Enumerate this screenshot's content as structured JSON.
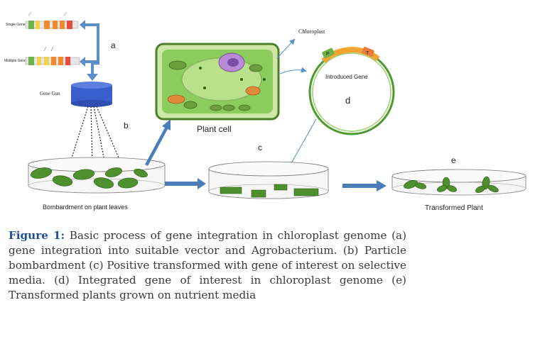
{
  "labels": {
    "a": "a",
    "b": "b",
    "c": "c",
    "d": "d",
    "e": "e",
    "gene_gun": "Gene Gun",
    "chloroplast": "Chloroplast",
    "plant_cell": "Plant cell",
    "introduced_gene": "Introduced Gene",
    "bombardment": "Bombardment on plant leaves",
    "transformed_plant": "Transformed Plant",
    "single_gene": "Single Gene",
    "multiple_gene": "Multiple Gene",
    "plasmid_p": "P",
    "plasmid_t": "T"
  },
  "caption": {
    "figure_label": "Figure 1:",
    "text": " Basic process of gene integration in chloroplast genome (a) gene integration into suitable vector and Agrobacterium. (b) Particle bombardment (c) Positive transformed with gene of interest on selective media. (d) Integrated gene of interest in chloroplast genome (e) Transformed plants grown on nutrient media"
  },
  "colors": {
    "arrow_blue": "#4a7ebb",
    "gun_blue": "#3a5fcd",
    "cell_green": "#8ccb5e",
    "leaf_green": "#4e8f2e",
    "plasmid_orange": "#f3a433",
    "caption_blue": "#1f4e9a"
  }
}
